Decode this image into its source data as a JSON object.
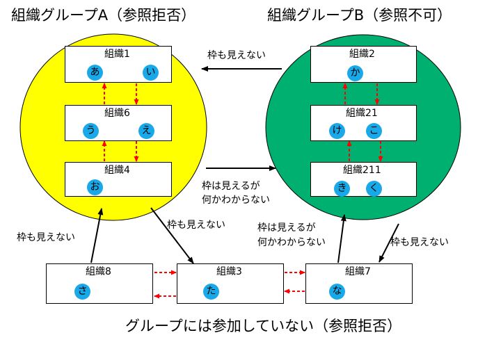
{
  "colors": {
    "group_a_fill": "#ffff00",
    "group_b_fill": "#00b070",
    "member_fill": "#19a8e8",
    "local_arrow": "#ff0000",
    "relation_arrow": "#000000"
  },
  "titles": {
    "group_a": "組織グループA（参照拒否）",
    "group_b": "組織グループB（参照不可）",
    "ungrouped": "グループには参加していない（参照拒否）"
  },
  "organizations": {
    "org1": {
      "name": "組織1",
      "members": [
        "あ",
        "い"
      ]
    },
    "org6": {
      "name": "組織6",
      "members": [
        "う",
        "え"
      ]
    },
    "org4": {
      "name": "組織4",
      "members": [
        "お"
      ]
    },
    "org2": {
      "name": "組織2",
      "members": [
        "か"
      ]
    },
    "org21": {
      "name": "組織21",
      "members": [
        "け",
        "こ"
      ]
    },
    "org211": {
      "name": "組織211",
      "members": [
        "き",
        "く"
      ]
    },
    "org8": {
      "name": "組織8",
      "members": [
        "さ"
      ]
    },
    "org3": {
      "name": "組織3",
      "members": [
        "た"
      ]
    },
    "org7": {
      "name": "組織7",
      "members": [
        "な"
      ]
    }
  },
  "labels": {
    "b_to_a": "枠も見えない",
    "a_to_b_line1": "枠は見えるが",
    "a_to_b_line2": "何かわからない",
    "org8_to_a": "枠も見えない",
    "a_to_org3": "枠も見えない",
    "org7_to_b_line1": "枠は見えるが",
    "org7_to_b_line2": "何かわからない",
    "b_to_org7": "枠も見えない"
  }
}
